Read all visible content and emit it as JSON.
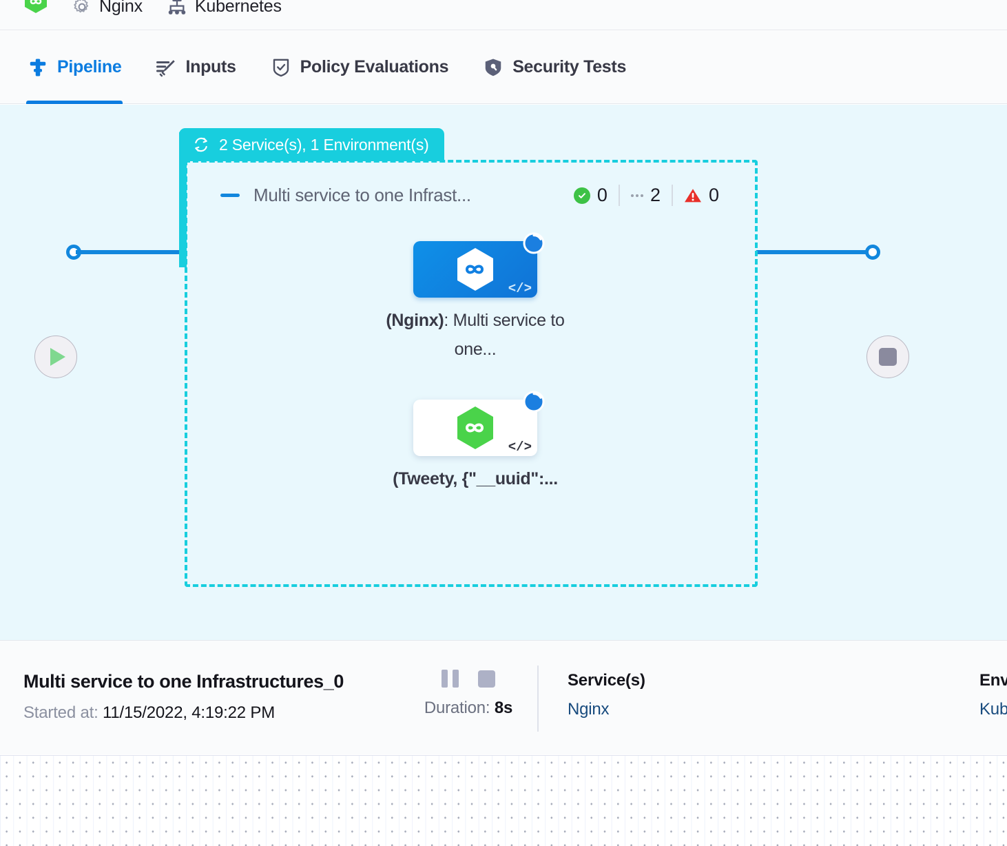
{
  "breadcrumb": {
    "items": [
      {
        "icon": "hexagon-infinity-logo-icon",
        "label": ""
      },
      {
        "icon": "gear-icon",
        "label": "Nginx"
      },
      {
        "icon": "kubernetes-icon",
        "label": "Kubernetes"
      }
    ]
  },
  "tabs": [
    {
      "id": "pipeline",
      "label": "Pipeline",
      "icon": "pipeline-icon",
      "active": true
    },
    {
      "id": "inputs",
      "label": "Inputs",
      "icon": "inputs-pencil-icon",
      "active": false
    },
    {
      "id": "policy-evaluations",
      "label": "Policy Evaluations",
      "icon": "shield-check-icon",
      "active": false
    },
    {
      "id": "security-tests",
      "label": "Security Tests",
      "icon": "shield-lock-icon",
      "active": false
    }
  ],
  "canvas": {
    "start_node": {
      "icon": "play-icon",
      "name": "start"
    },
    "end_node": {
      "icon": "stop-icon",
      "name": "end"
    },
    "group": {
      "header_icon": "loop-arrows-icon",
      "header_label": "2 Service(s), 1 Environment(s)",
      "title": "Multi service to one Infrast...",
      "collapse_icon": "collapse-dash-icon",
      "status": [
        {
          "icon": "success-check-icon",
          "value": "0"
        },
        {
          "icon": "running-dots-icon",
          "value": "2"
        },
        {
          "icon": "warning-triangle-icon",
          "value": "0"
        }
      ],
      "nodes": [
        {
          "id": "nginx-node",
          "icon": "hexagon-infinity-blue-icon",
          "badge": "spinner-icon",
          "code_icon": "code-brackets-icon",
          "caption_bold": "(Nginx)",
          "caption_rest": ": Multi service to one...",
          "style": "blue"
        },
        {
          "id": "tweety-node",
          "icon": "hexagon-infinity-green-icon",
          "badge": "spinner-icon",
          "code_icon": "code-brackets-icon",
          "caption_bold": "(Tweety, {\"__uuid\":...",
          "caption_rest": "",
          "style": "white"
        }
      ]
    }
  },
  "detail": {
    "run_title": "Multi service to one Infrastructures_0",
    "started_label": "Started at:",
    "started_value": "11/15/2022, 4:19:22 PM",
    "pause_icon": "pause-icon",
    "stop_icon": "stop-icon",
    "duration_label": "Duration:",
    "duration_value": "8s",
    "services_head": "Service(s)",
    "services_value": "Nginx",
    "environments_head": "Envi",
    "environments_value": "Kub"
  },
  "colors": {
    "accent_blue": "#0b7ce0",
    "group_cyan": "#18cede",
    "canvas_bg": "#e9f8fd",
    "success_green": "#3dc246",
    "warning_red": "#e8302a",
    "link_navy": "#184b7e"
  }
}
